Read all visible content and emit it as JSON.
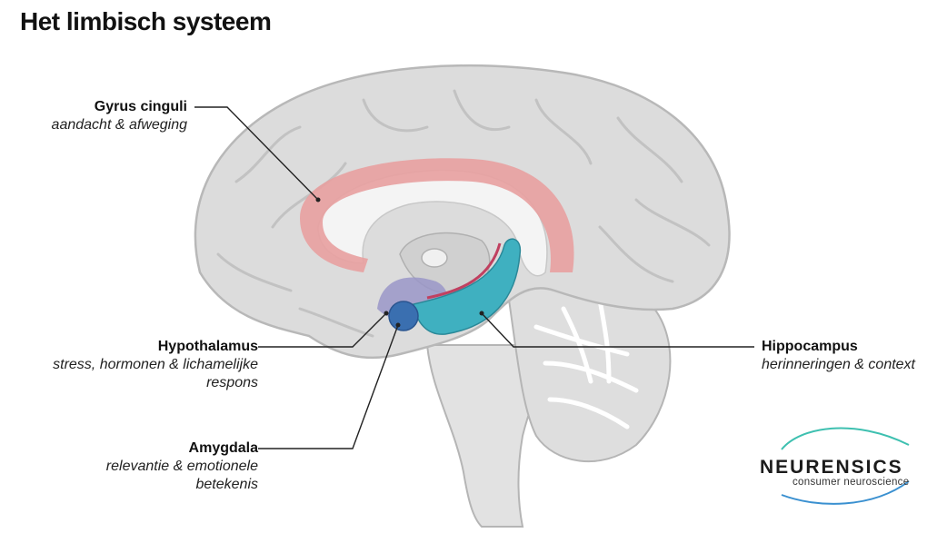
{
  "title": "Het limbisch systeem",
  "labels": {
    "gyrus": {
      "name": "Gyrus cinguli",
      "desc": "aandacht & afweging"
    },
    "hypothalamus": {
      "name": "Hypothalamus",
      "desc1": "stress, hormonen & lichamelijke",
      "desc2": "respons"
    },
    "amygdala": {
      "name": "Amygdala",
      "desc1": "relevantie & emotionele",
      "desc2": "betekenis"
    },
    "hippocampus": {
      "name": "Hippocampus",
      "desc": "herinneringen & context"
    }
  },
  "logo": {
    "word": "NEURENSICS",
    "sub": "consumer neuroscience"
  },
  "colors": {
    "gyrus": "#e8a0a0",
    "hippocampus": "#3fb0c0",
    "amygdala": "#3a6fb0",
    "hypothalamus": "#9a96c8",
    "brain": "#dcdcdc",
    "outline": "#b8b8b8"
  }
}
